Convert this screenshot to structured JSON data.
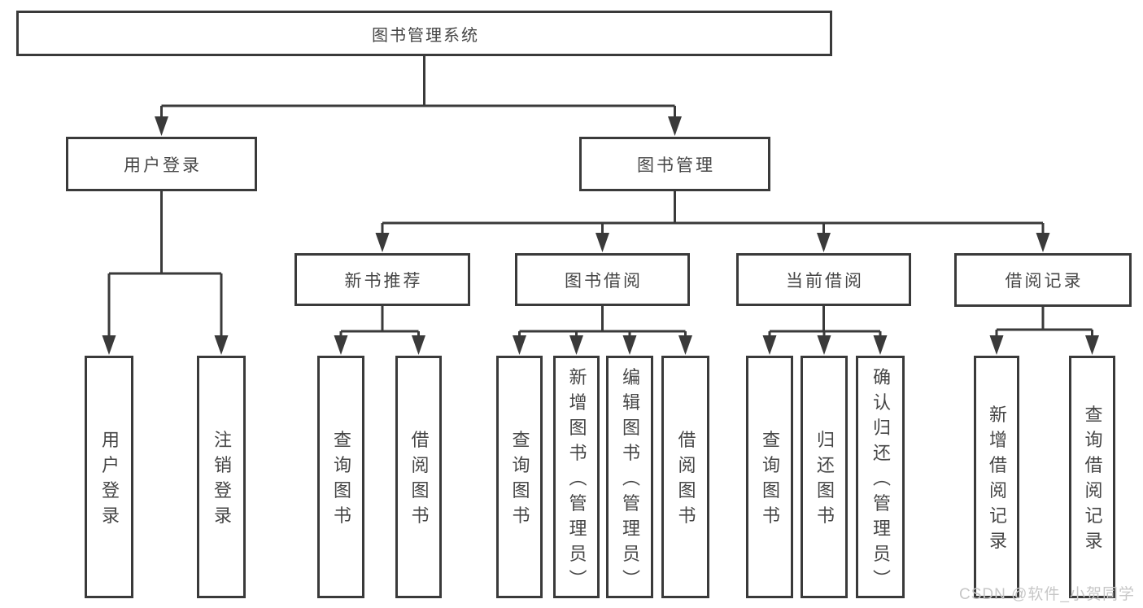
{
  "tree": {
    "label": "图书管理系统",
    "children": [
      {
        "label": "用户登录",
        "children": [
          {
            "label": "用户登录"
          },
          {
            "label": "注销登录"
          }
        ]
      },
      {
        "label": "图书管理",
        "children": [
          {
            "label": "新书推荐",
            "children": [
              {
                "label": "查询图书"
              },
              {
                "label": "借阅图书"
              }
            ]
          },
          {
            "label": "图书借阅",
            "children": [
              {
                "label": "查询图书"
              },
              {
                "label": "新增图书（管理员）"
              },
              {
                "label": "编辑图书（管理员）"
              },
              {
                "label": "借阅图书"
              }
            ]
          },
          {
            "label": "当前借阅",
            "children": [
              {
                "label": "查询图书"
              },
              {
                "label": "归还图书"
              },
              {
                "label": "确认归还（管理员）"
              }
            ]
          },
          {
            "label": "借阅记录",
            "children": [
              {
                "label": "新增借阅记录"
              },
              {
                "label": "查询借阅记录"
              }
            ]
          }
        ]
      }
    ]
  },
  "watermark": {
    "text": "CSDN @软件_小贺同学"
  },
  "colors": {
    "line": "#3a3a3a",
    "text": "#464646",
    "background": "#ffffff",
    "watermark": "#c7c7c7"
  }
}
